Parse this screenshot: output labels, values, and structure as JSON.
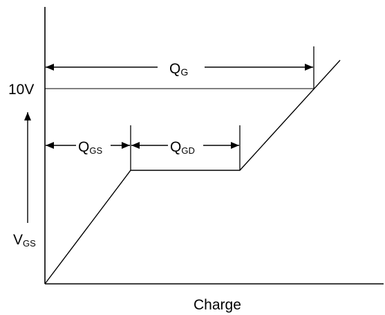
{
  "colors": {
    "stroke": "#000000",
    "background": "#ffffff"
  },
  "labels": {
    "ten_v": "10V",
    "qg": {
      "main": "Q",
      "sub": "G"
    },
    "qgs": {
      "main": "Q",
      "sub": "GS"
    },
    "qgd": {
      "main": "Q",
      "sub": "GD"
    },
    "vgs": {
      "main": "V",
      "sub": "GS"
    },
    "xlabel": "Charge"
  }
}
